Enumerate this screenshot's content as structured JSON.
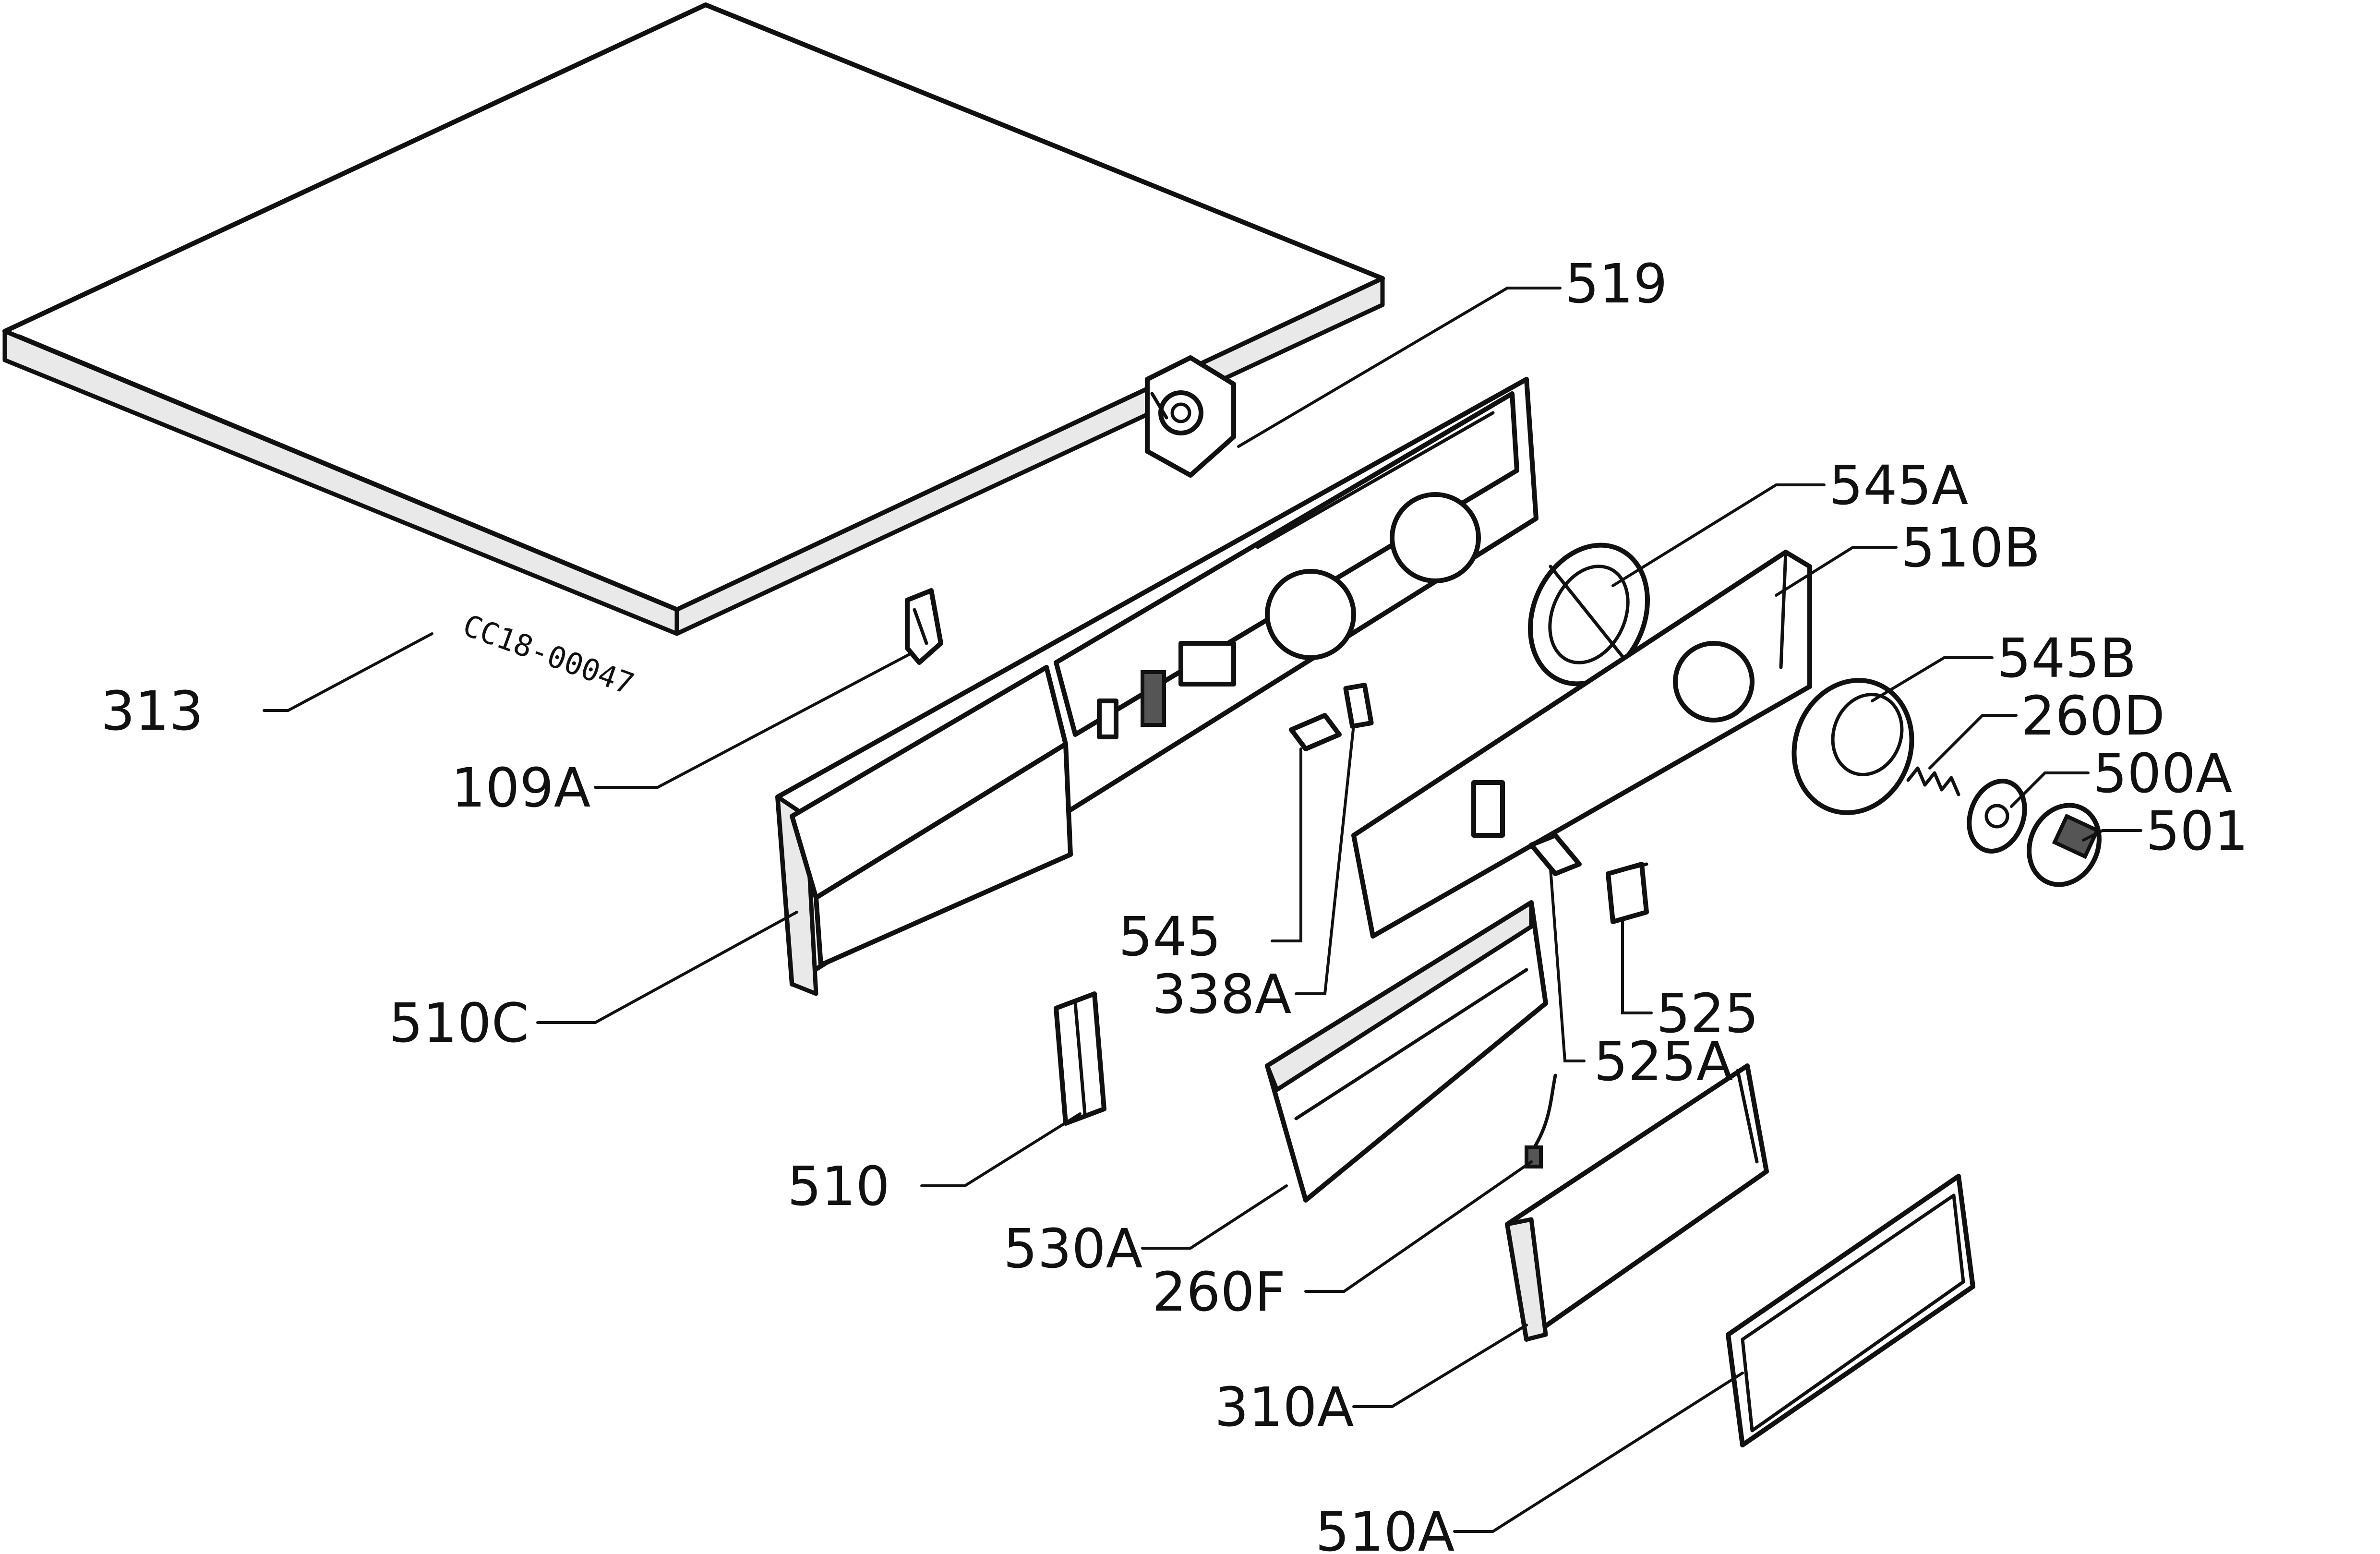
{
  "stamp_code": "CC18-00047",
  "callouts": [
    {
      "id": "313",
      "text": "313"
    },
    {
      "id": "519",
      "text": "519"
    },
    {
      "id": "109A",
      "text": "109A"
    },
    {
      "id": "545A",
      "text": "545A"
    },
    {
      "id": "510B",
      "text": "510B"
    },
    {
      "id": "545B",
      "text": "545B"
    },
    {
      "id": "260D",
      "text": "260D"
    },
    {
      "id": "500A",
      "text": "500A"
    },
    {
      "id": "501",
      "text": "501"
    },
    {
      "id": "545",
      "text": "545"
    },
    {
      "id": "338A",
      "text": "338A"
    },
    {
      "id": "510C",
      "text": "510C"
    },
    {
      "id": "525",
      "text": "525"
    },
    {
      "id": "525A",
      "text": "525A"
    },
    {
      "id": "510",
      "text": "510"
    },
    {
      "id": "530A",
      "text": "530A"
    },
    {
      "id": "260F",
      "text": "260F"
    },
    {
      "id": "310A",
      "text": "310A"
    },
    {
      "id": "510A",
      "text": "510A"
    }
  ]
}
